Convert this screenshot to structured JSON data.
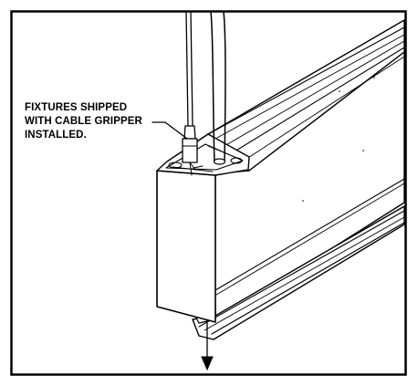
{
  "callout": {
    "lines": [
      "FIXTURES SHIPPED",
      "WITH CABLE GRIPPER",
      "INSTALLED."
    ]
  }
}
